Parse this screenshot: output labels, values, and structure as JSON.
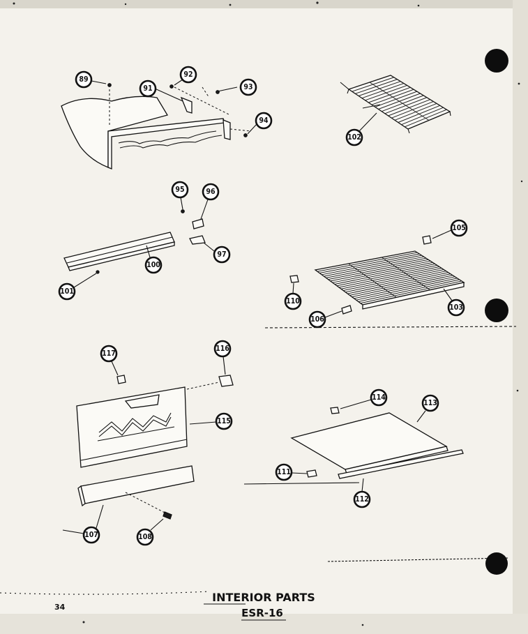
{
  "title": "INTERIOR PARTS",
  "subtitle": "ESR-16",
  "page_number": "34",
  "callouts": {
    "c89": "89",
    "c91": "91",
    "c92": "92",
    "c93": "93",
    "c94": "94",
    "c95": "95",
    "c96": "96",
    "c97": "97",
    "c100": "100",
    "c101": "101",
    "c102": "102",
    "c103": "103",
    "c105": "105",
    "c106": "106",
    "c107": "107",
    "c108": "108",
    "c110": "110",
    "c111": "111",
    "c112": "112",
    "c113": "113",
    "c114": "114",
    "c115": "115",
    "c116": "116",
    "c117": "117"
  }
}
